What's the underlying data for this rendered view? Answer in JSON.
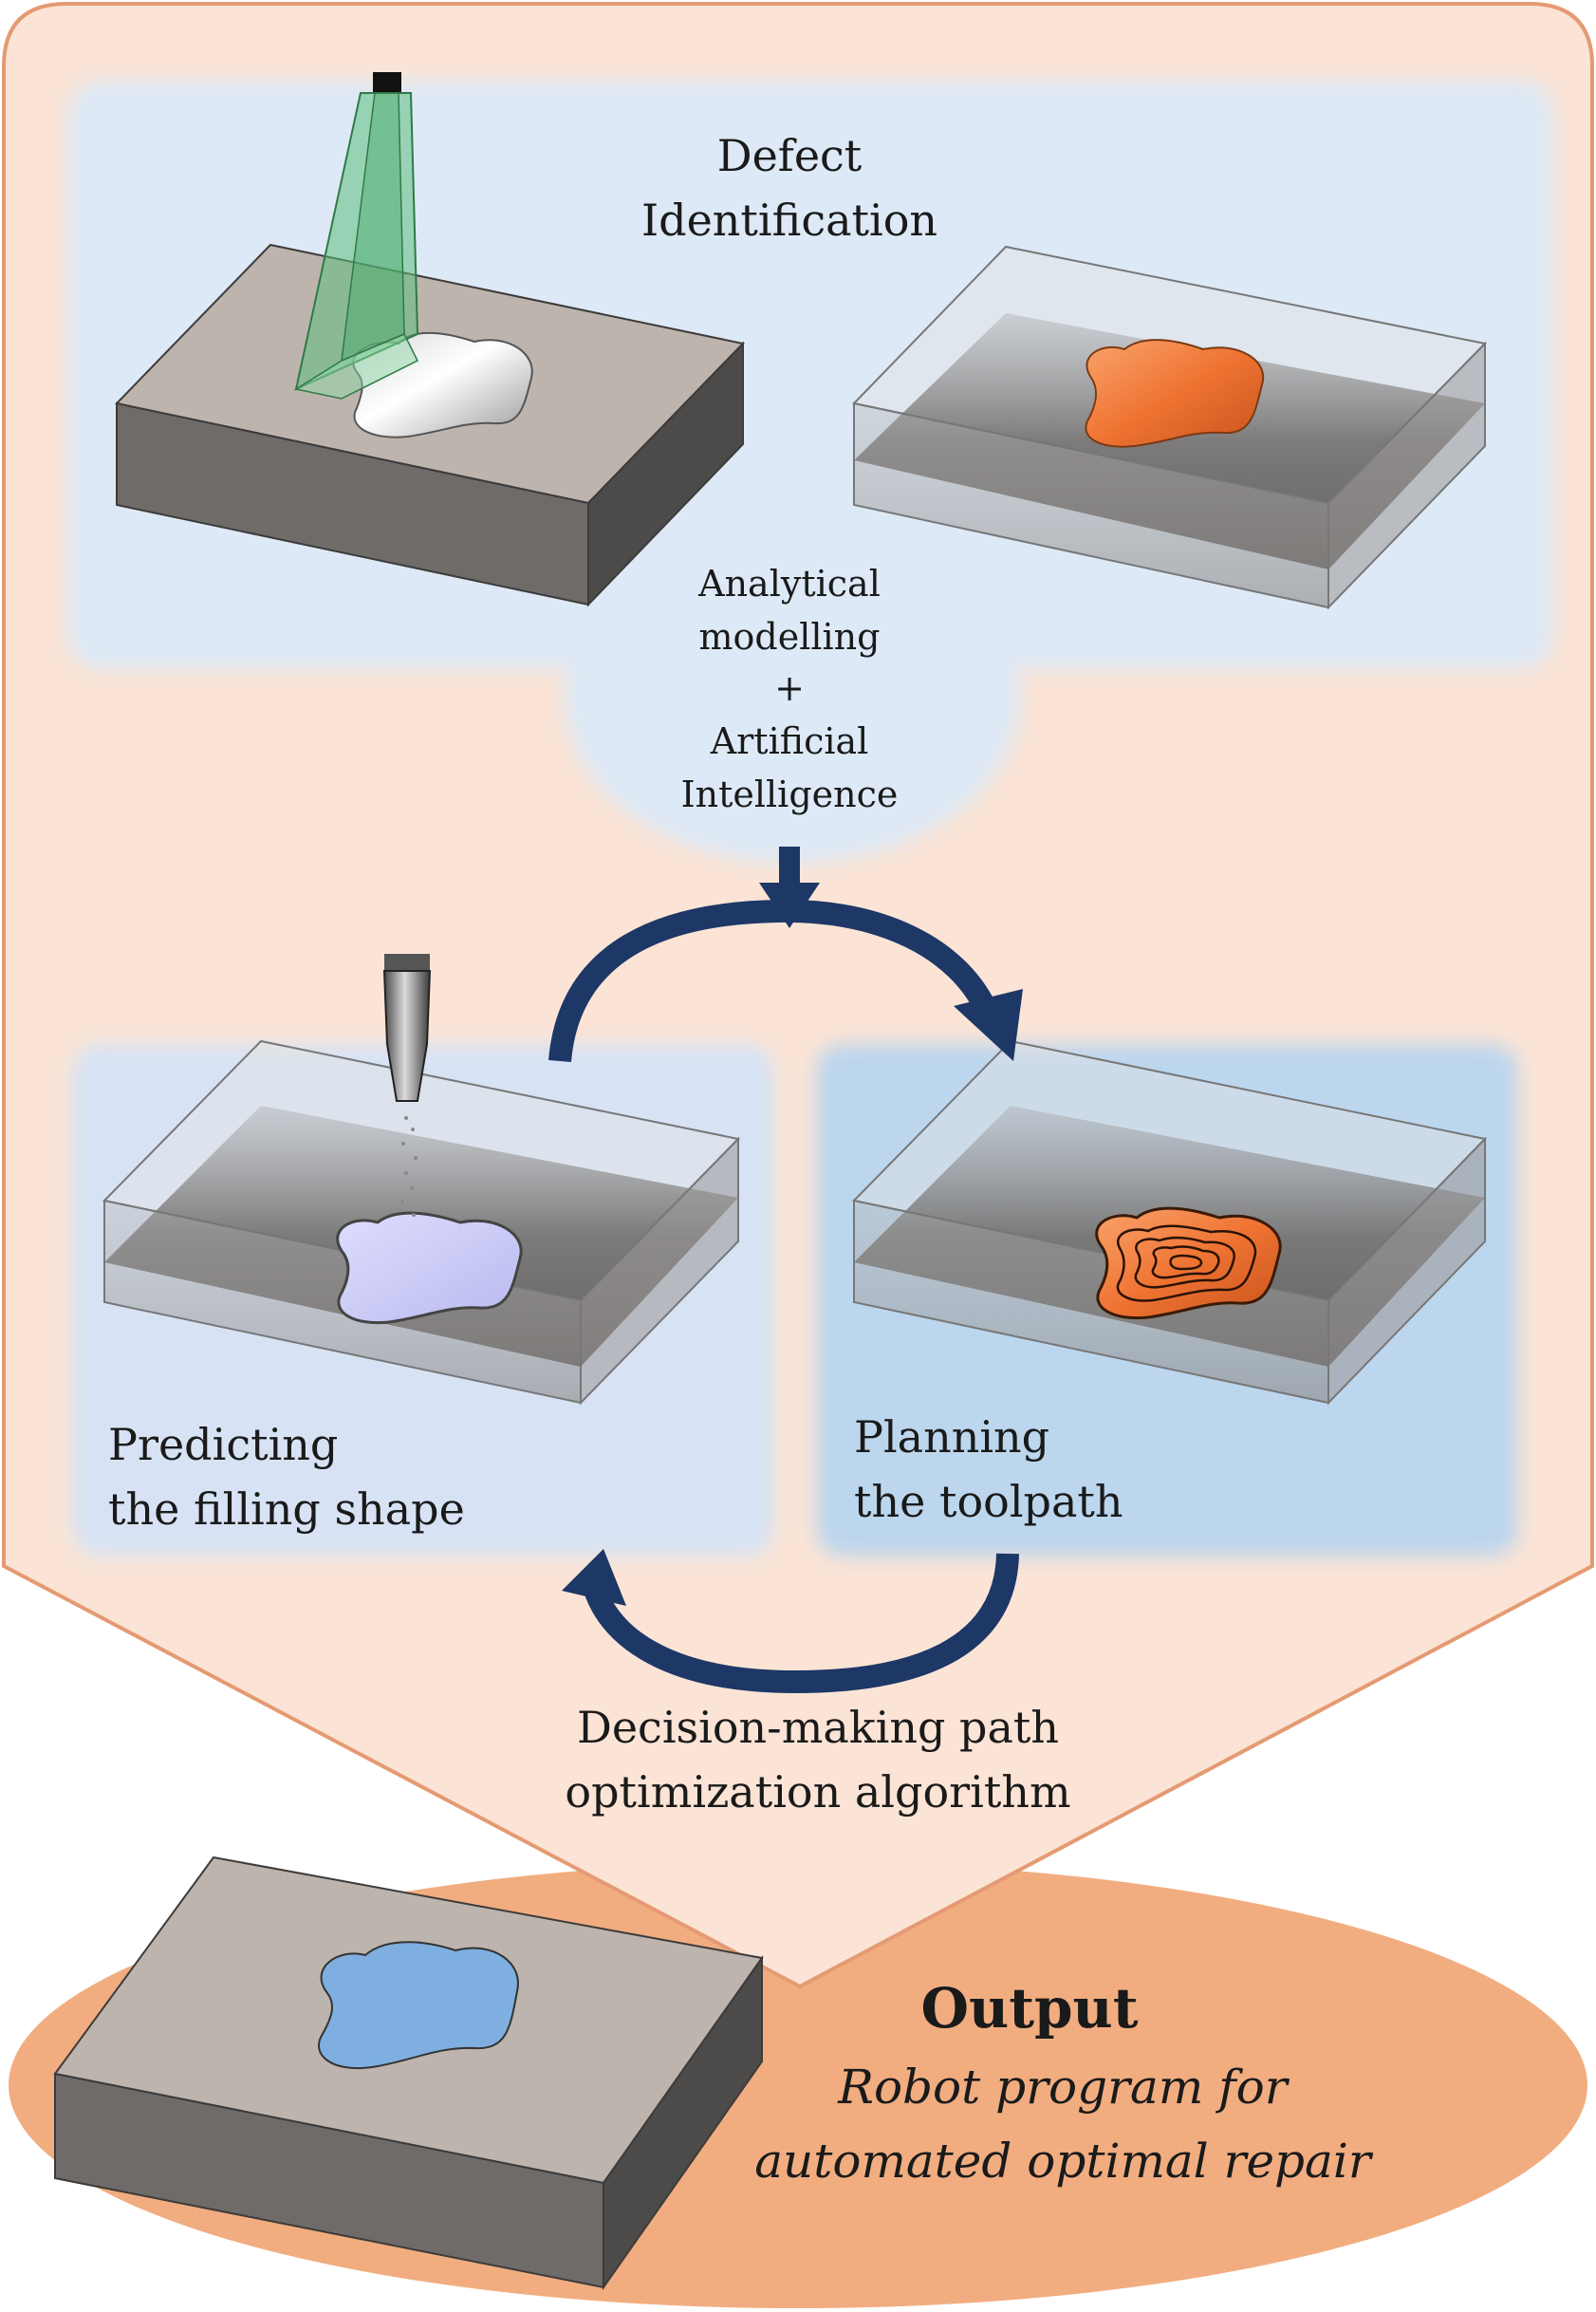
{
  "defect_identification": {
    "title_line1": "Defect",
    "title_line2": "Identification"
  },
  "analysis": {
    "line1": "Analytical",
    "line2": "modelling",
    "line3": "+",
    "line4": "Artificial",
    "line5": "Intelligence"
  },
  "predicting": {
    "line1": "Predicting",
    "line2": "the filling shape"
  },
  "planning": {
    "line1": "Planning",
    "line2": "the toolpath"
  },
  "decision": {
    "line1": "Decision-making path",
    "line2": "optimization algorithm"
  },
  "output": {
    "title": "Output",
    "line1": "Robot program for",
    "line2": "automated optimal repair"
  },
  "colors": {
    "outer_panel": "#fbe4d6",
    "outer_border": "#e49a72",
    "output_ellipse": "#f1ad80",
    "blue_panel_light": "#dde9f6",
    "blue_panel_mid": "#d7e3f4",
    "blue_panel_dark": "#bcd6ee",
    "arrow": "#1d3766",
    "block_top": "#bdb4ae",
    "block_front": "#6e6b69",
    "block_side": "#4d4b4a",
    "defect_orange": "#f07a3a",
    "filling_lavender": "#c9c9f6",
    "repair_blue": "#7eafe0",
    "scanner_green": "#5fbf7e"
  }
}
